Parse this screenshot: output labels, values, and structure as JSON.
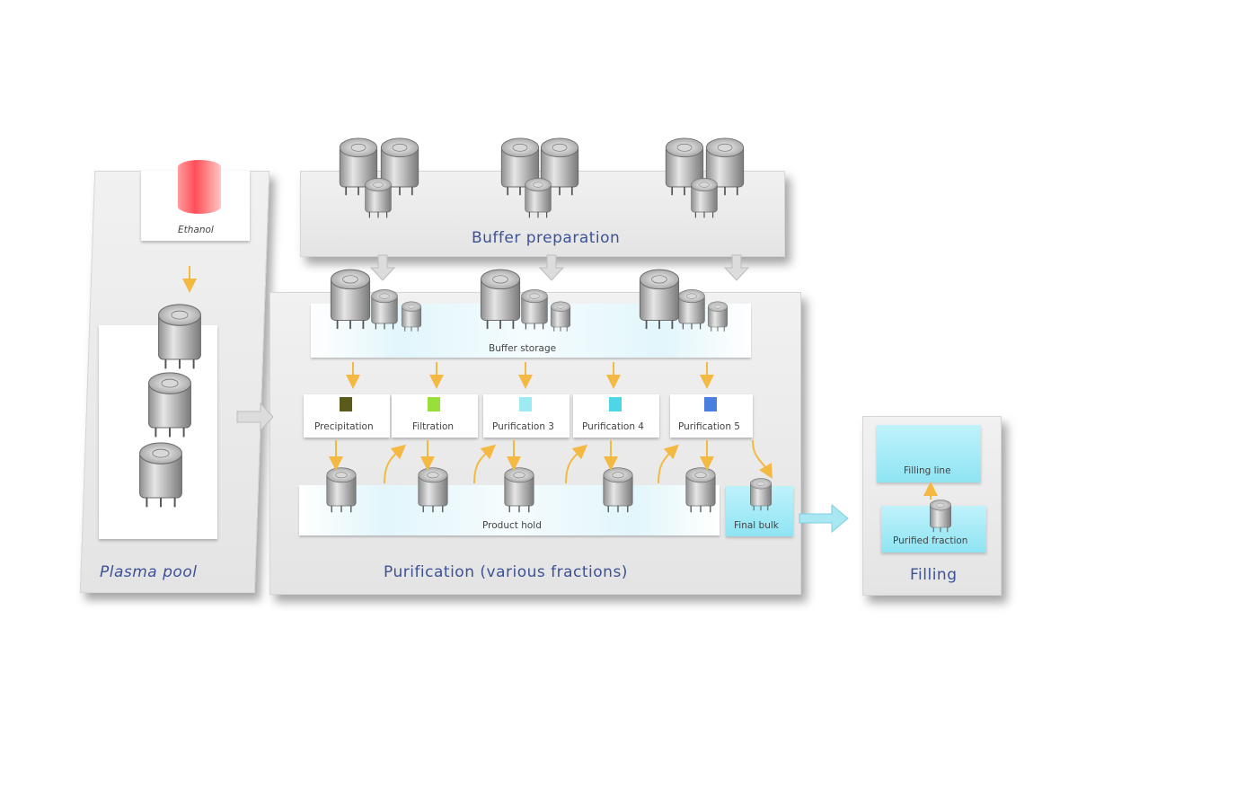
{
  "sections": {
    "plasma_pool": "Plasma pool",
    "buffer_preparation": "Buffer preparation",
    "purification": "Purification (various fractions)",
    "filling": "Filling"
  },
  "labels": {
    "ethanol": "Ethanol",
    "buffer_storage": "Buffer storage",
    "product_hold": "Product hold",
    "final_bulk": "Final bulk",
    "filling_line": "Filling line",
    "purified_fraction": "Purified fraction"
  },
  "steps": [
    {
      "label": "Precipitation",
      "color": "#5a5a1a"
    },
    {
      "label": "Filtration",
      "color": "#9ade3a"
    },
    {
      "label": "Purification 3",
      "color": "#9eeaf2"
    },
    {
      "label": "Purification 4",
      "color": "#4fd6e6"
    },
    {
      "label": "Purification 5",
      "color": "#4a7fe0"
    }
  ],
  "colors": {
    "title_text": "#3d5296",
    "flow_arrow": "#f4b942",
    "process_arrow": "#dcdcdc",
    "output_arrow": "#a9e7f2",
    "ethanol_tank": "#ff6b6b"
  }
}
